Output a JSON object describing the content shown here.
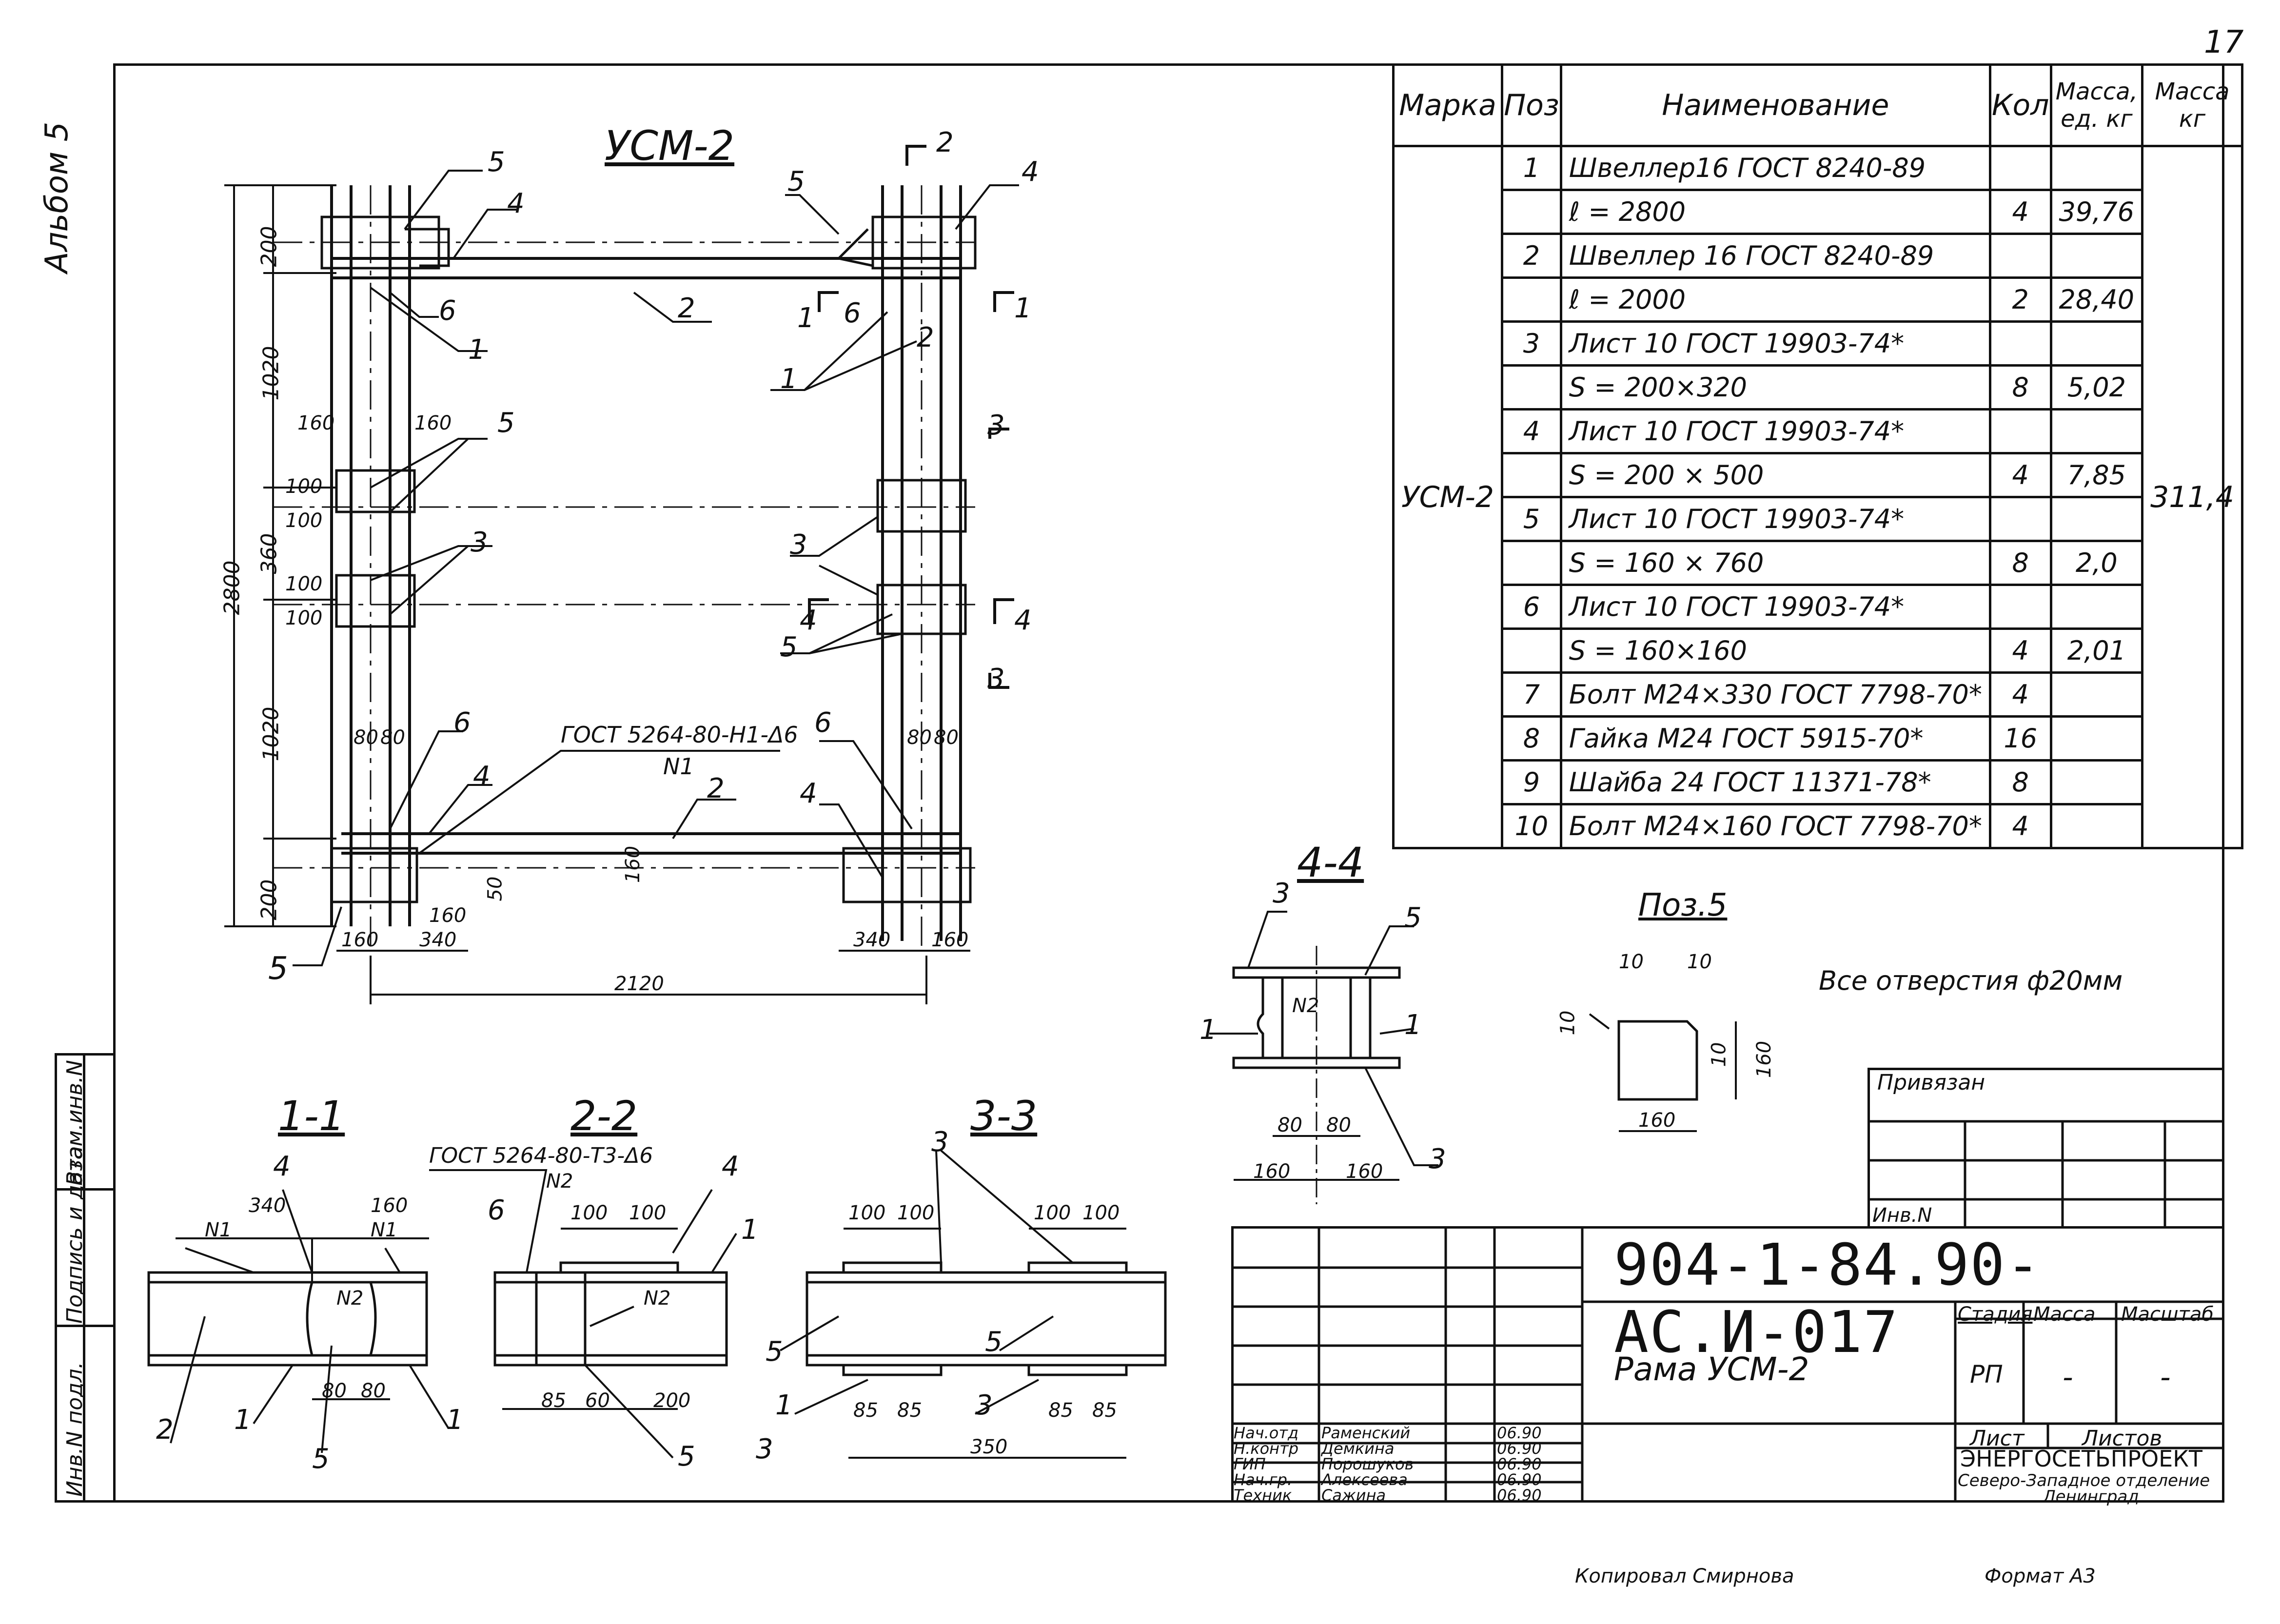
{
  "page_number": "17",
  "album": "Альбом 5",
  "side_stamp": [
    "Инв.N подл.",
    "Подпись и дата",
    "Взам.инв.N"
  ],
  "spec_table": {
    "headers": [
      "Марка",
      "Поз",
      "Наименование",
      "Кол",
      "Масса, ед. кг",
      "Масса кг"
    ],
    "mark": "УСМ-2",
    "total_mass": "311,4",
    "rows": [
      {
        "pos": "1",
        "name": "Швеллер16 ГОСТ 8240-89",
        "qty": "",
        "mass": ""
      },
      {
        "pos": "",
        "name": "ℓ = 2800",
        "qty": "4",
        "mass": "39,76"
      },
      {
        "pos": "2",
        "name": "Швеллер 16 ГОСТ 8240-89",
        "qty": "",
        "mass": ""
      },
      {
        "pos": "",
        "name": "ℓ = 2000",
        "qty": "2",
        "mass": "28,40"
      },
      {
        "pos": "3",
        "name": "Лист 10 ГОСТ 19903-74*",
        "qty": "",
        "mass": ""
      },
      {
        "pos": "",
        "name": "S = 200×320",
        "qty": "8",
        "mass": "5,02"
      },
      {
        "pos": "4",
        "name": "Лист 10 ГОСТ 19903-74*",
        "qty": "",
        "mass": ""
      },
      {
        "pos": "",
        "name": "S = 200 × 500",
        "qty": "4",
        "mass": "7,85"
      },
      {
        "pos": "5",
        "name": "Лист 10 ГОСТ 19903-74*",
        "qty": "",
        "mass": ""
      },
      {
        "pos": "",
        "name": "S = 160 × 760",
        "qty": "8",
        "mass": "2,0"
      },
      {
        "pos": "6",
        "name": "Лист 10 ГОСТ 19903-74*",
        "qty": "",
        "mass": ""
      },
      {
        "pos": "",
        "name": "S = 160×160",
        "qty": "4",
        "mass": "2,01"
      },
      {
        "pos": "7",
        "name": "Болт М24×330 ГОСТ 7798-70*",
        "qty": "4",
        "mass": ""
      },
      {
        "pos": "8",
        "name": "Гайка М24 ГОСТ 5915-70*",
        "qty": "16",
        "mass": ""
      },
      {
        "pos": "9",
        "name": "Шайба 24 ГОСТ 11371-78*",
        "qty": "8",
        "mass": ""
      },
      {
        "pos": "10",
        "name": "Болт М24×160 ГОСТ 7798-70*",
        "qty": "4",
        "mass": ""
      }
    ]
  },
  "drawing": {
    "main_title": "УСМ-2",
    "dims_vertical": [
      "200",
      "1020",
      "360",
      "1020",
      "200",
      "2800"
    ],
    "dims_small": [
      "160",
      "160",
      "100",
      "100",
      "100",
      "100",
      "80",
      "80",
      "80",
      "80",
      "160",
      "50"
    ],
    "dims_bottom": [
      "160",
      "340",
      "160",
      "340",
      "160",
      "2120"
    ],
    "weld_note": "ГОСТ 5264-80-Н1-Δ6",
    "weld_sub": "N1",
    "positions": [
      "1",
      "2",
      "3",
      "4",
      "5",
      "6"
    ],
    "section_marks": [
      "1",
      "2",
      "3",
      "4"
    ]
  },
  "sections": {
    "s44": {
      "title": "4-4",
      "dims": [
        "80",
        "80",
        "160",
        "160"
      ],
      "weld": "N2"
    },
    "poz5": {
      "title": "Поз.5",
      "dims": [
        "10",
        "10",
        "10",
        "10",
        "160",
        "160"
      ]
    },
    "holes_note": "Все отверстия ф20мм",
    "s11": {
      "title": "1-1",
      "dims": [
        "340",
        "160",
        "80",
        "80"
      ],
      "welds": [
        "N1",
        "N1",
        "N2"
      ]
    },
    "s22": {
      "title": "2-2",
      "note": "ГОСТ 5264-80-Т3-Δ6",
      "sub": "N2",
      "dims": [
        "100",
        "100",
        "85",
        "60",
        "200"
      ],
      "weld": "N2"
    },
    "s33": {
      "title": "3-3",
      "dims": [
        "100",
        "100",
        "100",
        "100",
        "85",
        "85",
        "85",
        "85",
        "350"
      ]
    }
  },
  "title_block": {
    "privyazan": "Привязан",
    "inv": "Инв.N",
    "code": "904-1-84.90-АС.И-017",
    "name": "Рама УСМ-2",
    "stage_h": "Стадия",
    "mass_h": "Масса",
    "scale_h": "Масштаб",
    "stage": "РП",
    "mass": "-",
    "scale": "-",
    "sheet_h": "Лист",
    "sheets_h": "Листов",
    "org1": "ЭНЕРГОСЕТЬПРОЕКТ",
    "org2": "Северо-Западное отделение",
    "org3": "Ленинград",
    "people": [
      {
        "role": "Нач.отд",
        "name": "Раменский",
        "date": "06.90"
      },
      {
        "role": "Н.контр",
        "name": "Демкина",
        "date": "06.90"
      },
      {
        "role": "ГИП",
        "name": "Порошуков",
        "date": "06.90"
      },
      {
        "role": "Нач.гр.",
        "name": "Алексеева",
        "date": "06.90"
      },
      {
        "role": "Техник",
        "name": "Сажина",
        "date": "06.90"
      }
    ]
  },
  "footer": {
    "copied": "Копировал Смирнова",
    "format": "Формат А3"
  }
}
